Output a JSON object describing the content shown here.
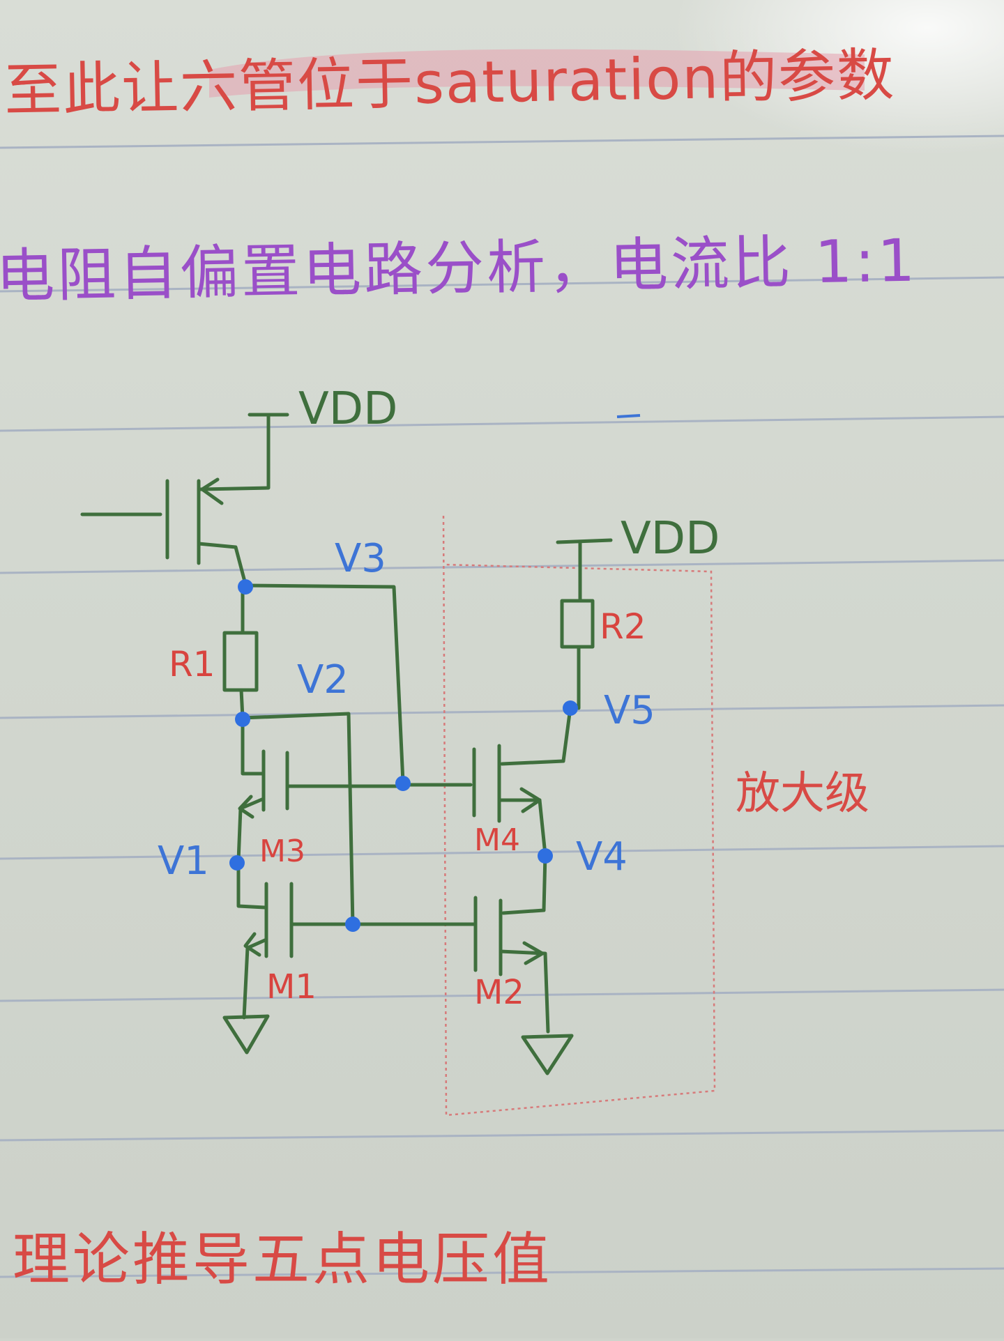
{
  "notes": {
    "line_top": "至此让六管位于saturation的参数",
    "line_title": "电阻自偏置电路分析，电流比 1:1",
    "line_bottom": "理论推导五点电压值",
    "stage_label": "放大级"
  },
  "schematic": {
    "supply_left": "VDD",
    "supply_right": "VDD",
    "resistors": [
      "R1",
      "R2"
    ],
    "transistors": [
      "M1",
      "M2",
      "M3",
      "M4"
    ],
    "nodes": [
      "V1",
      "V2",
      "V3",
      "V4",
      "V5"
    ]
  },
  "colors": {
    "wire": "#3f6f3d",
    "node": "#2f6fe0",
    "node_label": "#3d74d6",
    "part_label": "#d8443f",
    "title": "#9a4fc8",
    "red_text": "#d84a45",
    "highlight": "#e5a0ae",
    "box": "#d77a7a"
  }
}
